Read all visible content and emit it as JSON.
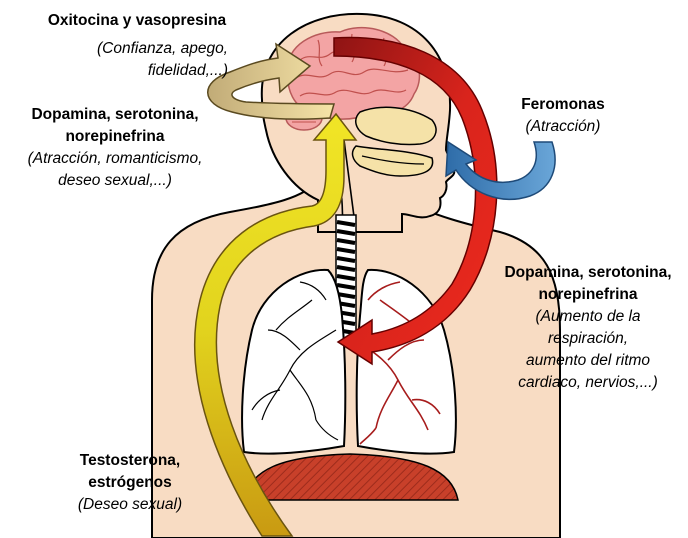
{
  "labels": {
    "oxytocin": {
      "title": "Oxitocina y vasopresina",
      "detail_1": "(Confianza, apego,",
      "detail_2": "fidelidad,...)"
    },
    "dopamine_brain": {
      "title_1": "Dopamina, serotonina,",
      "title_2": "norepinefrina",
      "detail_1": "(Atracción, romanticismo,",
      "detail_2": "deseo sexual,...)"
    },
    "pheromones": {
      "title": "Feromonas",
      "detail": "(Atracción)"
    },
    "dopamine_body": {
      "title_1": "Dopamina, serotonina,",
      "title_2": "norepinefrina",
      "detail_1": "(Aumento de la",
      "detail_2": "respiración,",
      "detail_3": "aumento del ritmo",
      "detail_4": "cardiaco, nervios,...)"
    },
    "testosterone": {
      "title_1": "Testosterona,",
      "title_2": "estrógenos",
      "detail": "(Deseo sexual)"
    }
  },
  "colors": {
    "skin": "#f8dcc3",
    "outline": "#000000",
    "brain": "#f3a4a4",
    "nasal": "#f5e2a8",
    "lung_vessels": "#a71c1c",
    "diaphragm": "#c8402a",
    "arrow_red": "#d6261e",
    "arrow_yellow": "#e6d61e",
    "arrow_tan": "#c9b47e",
    "arrow_blue": "#4a86c0"
  }
}
